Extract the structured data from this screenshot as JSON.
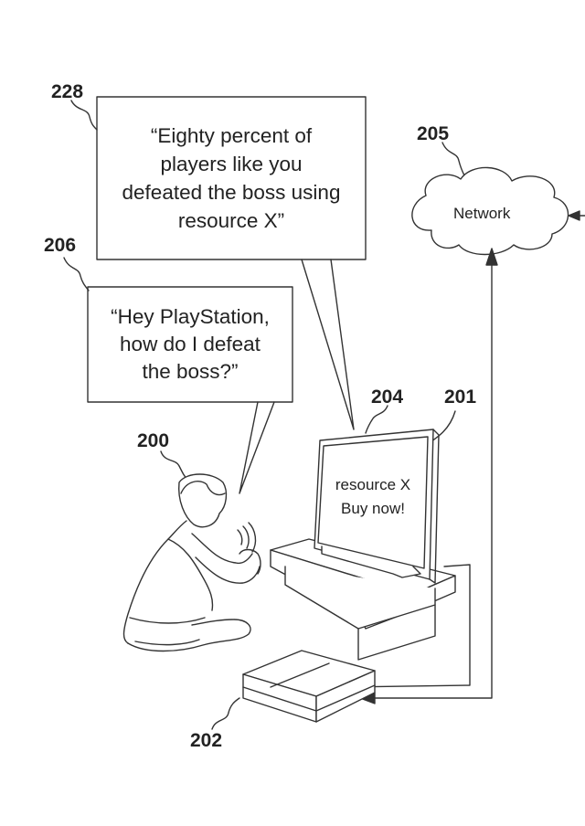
{
  "labels": {
    "ref_228": "228",
    "ref_206": "206",
    "ref_205": "205",
    "ref_204": "204",
    "ref_201": "201",
    "ref_200": "200",
    "ref_202": "202"
  },
  "bubbles": {
    "system_response": "“Eighty percent of\nplayers like you\ndefeated the boss using\nresource X”",
    "user_query": "“Hey PlayStation,\nhow do I defeat\nthe boss?”"
  },
  "network": {
    "label": "Network"
  },
  "display": {
    "screen_text": "resource X\nBuy now!"
  },
  "colors": {
    "line": "#333333",
    "background": "#ffffff"
  }
}
